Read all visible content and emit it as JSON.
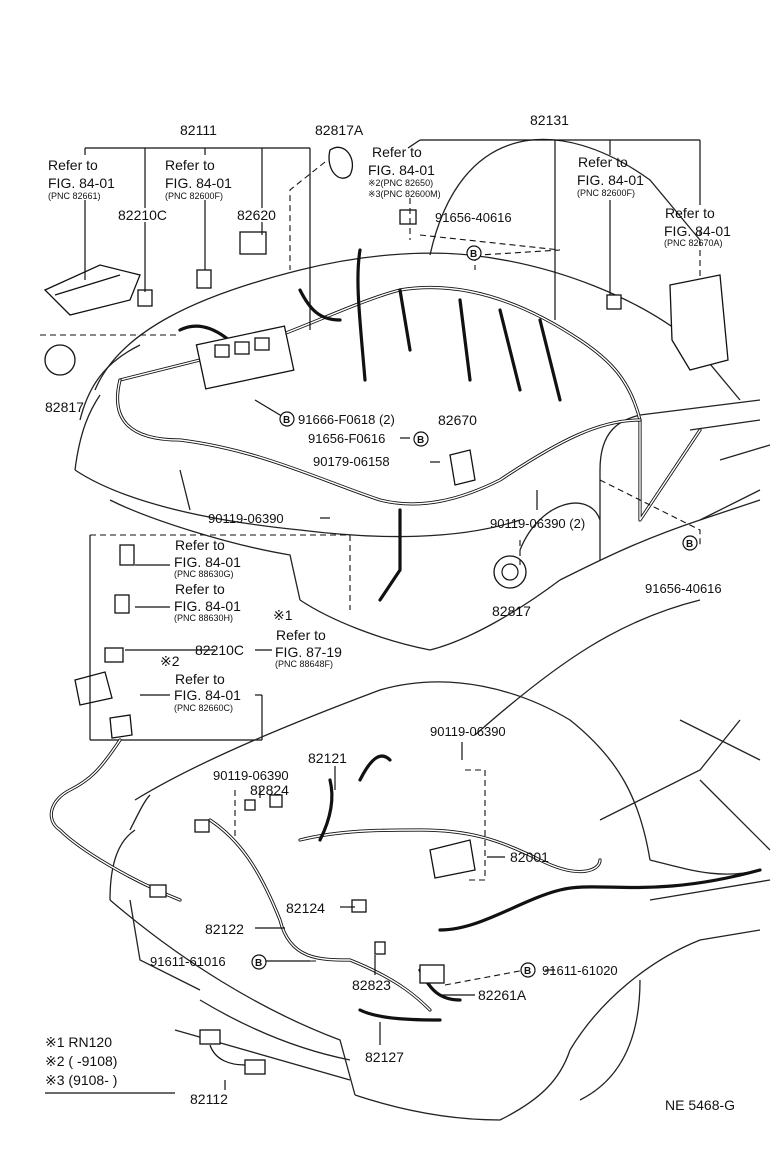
{
  "labels": {
    "p82111": "82111",
    "p82817A": "82817A",
    "p82131": "82131",
    "p82210C_top": "82210C",
    "p82620": "82620",
    "p82817_left": "82817",
    "p82670": "82670",
    "p82817_right": "82817",
    "p82210C_mid": "82210C",
    "p82121": "82121",
    "p82824": "82824",
    "p82001": "82001",
    "p82124": "82124",
    "p82122": "82122",
    "p82823": "82823",
    "p82261A": "82261A",
    "p82127": "82127",
    "p82112": "82112",
    "b_91656_40616_top": "91656-40616",
    "b_91666_F0618": "91666-F0618 (2)",
    "b_91656_F0616": "91656-F0616",
    "b_90179_06158": "90179-06158",
    "b_90119_06390_left": "90119-06390",
    "b_90119_06390_right": "90119-06390 (2)",
    "b_91656_40616_bottom": "91656-40616",
    "b_90119_06390_mid": "90119-06390",
    "b_90119_06390_lower": "90119-06390",
    "b_91611_61016": "91611-61016",
    "b_91611_61020": "91611-61020",
    "bolt_marker": "B"
  },
  "refs": {
    "r1": {
      "line1": "Refer to",
      "line2": "FIG. 84-01",
      "pnc": "(PNC 82661)"
    },
    "r2": {
      "line1": "Refer to",
      "line2": "FIG. 84-01",
      "pnc": "(PNC 82600F)"
    },
    "r3": {
      "line1": "Refer to",
      "line2": "FIG. 84-01",
      "pnc1": "※2(PNC 82650)",
      "pnc2": "※3(PNC 82600M)"
    },
    "r4": {
      "line1": "Refer to",
      "line2": "FIG. 84-01",
      "pnc": "(PNC 82600F)"
    },
    "r5": {
      "line1": "Refer to",
      "line2": "FIG. 84-01",
      "pnc": "(PNC 82670A)"
    },
    "r6": {
      "line1": "Refer to",
      "line2": "FIG. 84-01",
      "pnc": "(PNC 88630G)"
    },
    "r7": {
      "line1": "Refer to",
      "line2": "FIG. 84-01",
      "pnc": "(PNC 88630H)"
    },
    "r8": {
      "mark": "※1",
      "line1": "Refer to",
      "line2": "FIG. 87-19",
      "pnc": "(PNC 88648F)"
    },
    "r9": {
      "mark": "※2",
      "line1": "Refer to",
      "line2": "FIG. 84-01",
      "pnc": "(PNC 82660C)"
    }
  },
  "legend": {
    "l1": "※1 RN120",
    "l2": "※2 (      -9108)",
    "l3": "※3 (9108-       )"
  },
  "footer": {
    "code": "NE  5468-G"
  }
}
